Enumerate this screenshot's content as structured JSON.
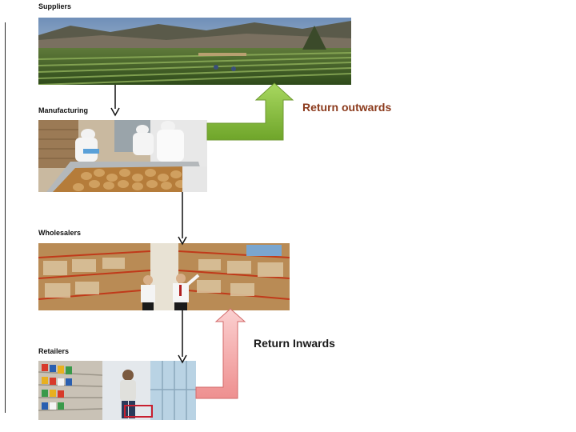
{
  "stages": {
    "suppliers": {
      "label": "Suppliers",
      "image": "farm-field-photo"
    },
    "manufacturing": {
      "label": "Manufacturing",
      "image": "potato-processing-photo"
    },
    "wholesalers": {
      "label": "Wholesalers",
      "image": "warehouse-photo"
    },
    "retailers": {
      "label": "Retailers",
      "image": "supermarket-aisle-photo"
    }
  },
  "returns": {
    "outwards": {
      "label": "Return outwards",
      "color": "#8b3a1c",
      "arrow_color": "#8cc43c"
    },
    "inwards": {
      "label": "Return Inwards",
      "color": "#1a1a1a",
      "arrow_color": "#f4a7a7"
    }
  },
  "flow_arrow_color": "#111111"
}
